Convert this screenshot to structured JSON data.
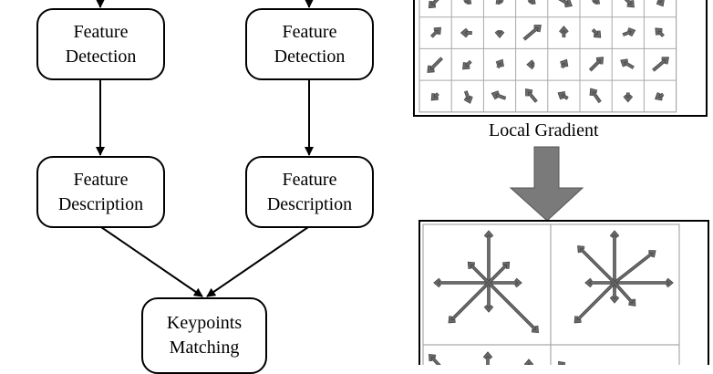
{
  "flowchart": {
    "left_column": {
      "detection": [
        "Feature",
        "Detection"
      ],
      "description": [
        "Feature",
        "Description"
      ]
    },
    "right_column": {
      "detection": [
        "Feature",
        "Detection"
      ],
      "description": [
        "Feature",
        "Description"
      ]
    },
    "matching": [
      "Keypoints",
      "Matching"
    ]
  },
  "illustration": {
    "gradient_caption": "Local Gradient",
    "gradient_grid": {
      "cols": 8,
      "rows_visible": 4,
      "arrow_color": "#6b6b6b",
      "grid_color": "#a9a9a9"
    },
    "descriptor_grid": {
      "cols": 2,
      "rows_visible": 2,
      "arrow_color": "#6b6b6b"
    },
    "big_arrow_color": "#7a7a7a"
  }
}
